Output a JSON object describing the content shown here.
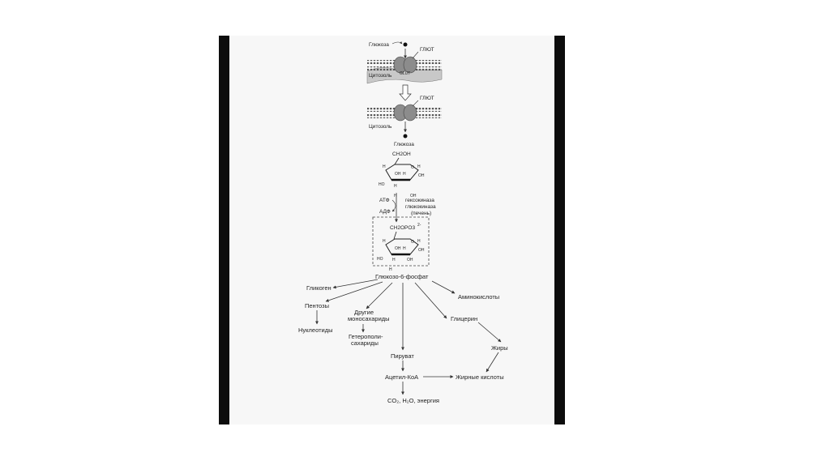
{
  "diagram": {
    "membrane_top": {
      "glucose_label": "Глюкоза",
      "transporter_label": "ГЛЮТ",
      "glut_label": "GLUT",
      "cytosol_label": "Цитозоль"
    },
    "membrane_bottom": {
      "transporter_label": "ГЛЮТ",
      "cytosol_label": "Цитозоль",
      "glucose_label": "Глюкоза"
    },
    "glucose_ring": {
      "group_ch2oh": "CH2OH",
      "h_labels": [
        "H",
        "H",
        "H",
        "H",
        "H"
      ],
      "oh_labels": [
        "OH",
        "OH",
        "OH"
      ],
      "ho_label": "HO",
      "o_label": "O"
    },
    "reaction": {
      "atp": "АТФ",
      "adp": "АДФ",
      "enzyme1": "гексокиназа",
      "enzyme2": "глюкокиназа",
      "enzyme2_note": "(печень)"
    },
    "g6p_ring": {
      "group": "CH2OPO3",
      "group_charge": "2-",
      "h_labels": [
        "H",
        "H",
        "H",
        "H",
        "H"
      ],
      "oh_labels": [
        "OH",
        "OH",
        "OH"
      ],
      "ho_label": "HO",
      "o_label": "O",
      "name": "Глюкозо-6-фосфат"
    },
    "products": {
      "glycogen": "Гликоген",
      "amino_acids": "Аминокислоты",
      "pentoses": "Пентозы",
      "nucleotides": "Нуклеотиды",
      "other_mono_1": "Другие",
      "other_mono_2": "моносахариды",
      "hetero_1": "Гетерополи-",
      "hetero_2": "сахариды",
      "glycerol": "Глицерин",
      "fats": "Жиры",
      "pyruvate": "Пируват",
      "acetyl_coa": "Ацетил-КоА",
      "fatty_acids": "Жирные кислоты",
      "final_products": "CO₂, H₂O, энергия"
    }
  }
}
